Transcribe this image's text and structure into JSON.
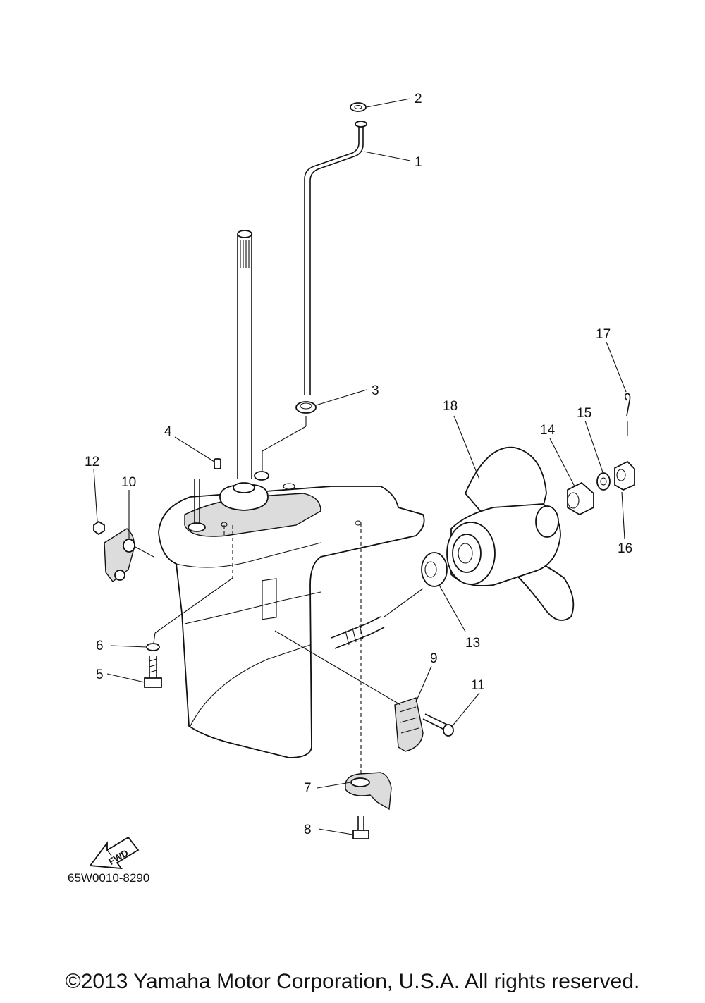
{
  "diagram": {
    "callouts": [
      "1",
      "2",
      "3",
      "4",
      "5",
      "6",
      "7",
      "8",
      "9",
      "10",
      "11",
      "12",
      "13",
      "14",
      "15",
      "16",
      "17",
      "18"
    ],
    "drawing_code": "65W0010-8290",
    "fwd_label": "FWD"
  },
  "footer": {
    "copyright": "©2013 Yamaha Motor Corporation, U.S.A. All rights reserved."
  },
  "colors": {
    "ink": "#111111",
    "paper": "#ffffff",
    "shading": "#dcdcdc"
  }
}
